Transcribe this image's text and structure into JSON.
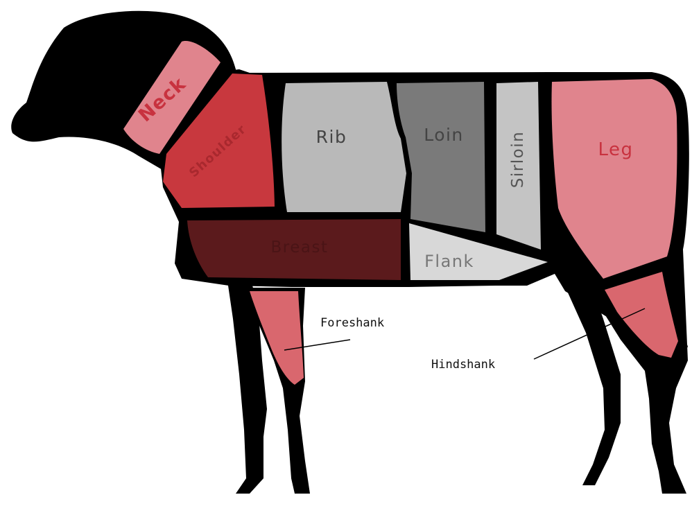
{
  "diagram": {
    "cuts": [
      {
        "id": "neck",
        "label": "Neck",
        "color": "#e0848d",
        "text_color": "#c8323f"
      },
      {
        "id": "shoulder",
        "label": "Shoulder",
        "color": "#c8383e",
        "text_color": "#a9282e"
      },
      {
        "id": "rib",
        "label": "Rib",
        "color": "#b9b9b9",
        "text_color": "#444444"
      },
      {
        "id": "loin",
        "label": "Loin",
        "color": "#7a7a7a",
        "text_color": "#444444"
      },
      {
        "id": "sirloin",
        "label": "Sirloin",
        "color": "#c4c4c4",
        "text_color": "#555555"
      },
      {
        "id": "leg",
        "label": "Leg",
        "color": "#e0848d",
        "text_color": "#c8323f"
      },
      {
        "id": "breast",
        "label": "Breast",
        "color": "#5b1a1c",
        "text_color": "#4a1416"
      },
      {
        "id": "flank",
        "label": "Flank",
        "color": "#d8d8d8",
        "text_color": "#777777"
      },
      {
        "id": "foreshank",
        "label": "Foreshank",
        "color": "#d9676e"
      },
      {
        "id": "hindshank",
        "label": "Hindshank",
        "color": "#d9676e"
      }
    ],
    "silhouette_color": "#000000",
    "background_color": "#ffffff"
  }
}
